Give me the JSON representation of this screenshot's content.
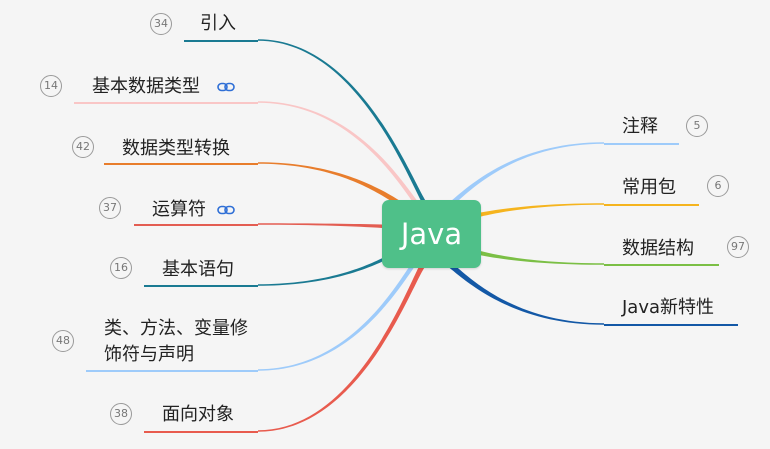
{
  "root": {
    "label": "Java",
    "color": "#4fc089"
  },
  "left_topics": [
    {
      "label": "引入",
      "count": "34",
      "color": "#1a7a92",
      "has_link": false
    },
    {
      "label": "基本数据类型",
      "count": "14",
      "color": "#f9c6c6",
      "has_link": true
    },
    {
      "label": "数据类型转换",
      "count": "42",
      "color": "#e87d2c",
      "has_link": false
    },
    {
      "label": "运算符",
      "count": "37",
      "color": "#e35d52",
      "has_link": true
    },
    {
      "label": "基本语句",
      "count": "16",
      "color": "#1a7a92",
      "has_link": false
    },
    {
      "label": "类、方法、变量修饰符与声明",
      "count": "48",
      "color": "#9ecbfa",
      "has_link": false
    },
    {
      "label": "面向对象",
      "count": "38",
      "color": "#e85b4e",
      "has_link": false
    }
  ],
  "right_topics": [
    {
      "label": "注释",
      "count": "5",
      "color": "#9ecbfa"
    },
    {
      "label": "常用包",
      "count": "6",
      "color": "#f5b41e"
    },
    {
      "label": "数据结构",
      "count": "97",
      "color": "#7bbf45"
    },
    {
      "label": "Java新特性",
      "count": "",
      "color": "#1358a6"
    }
  ],
  "link_icon": "link-chain-icon"
}
